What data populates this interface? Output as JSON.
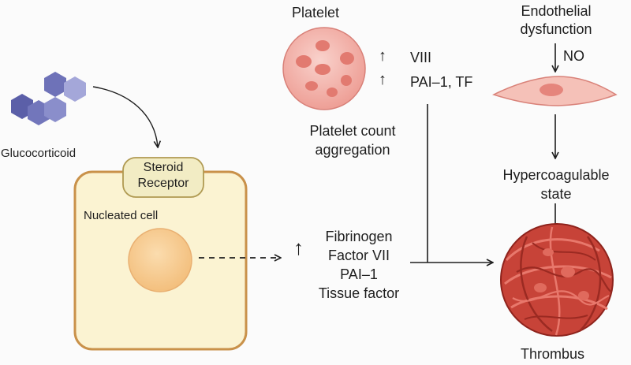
{
  "glucocorticoid": {
    "label": "Glucocorticoid"
  },
  "cell": {
    "receptor_line1": "Steroid",
    "receptor_line2": "Receptor",
    "label": "Nucleated cell"
  },
  "platelet": {
    "title": "Platelet",
    "count_line1": "Platelet count",
    "count_line2": "aggregation"
  },
  "platelet_factors": {
    "arrow": "↑",
    "items": [
      "VIII",
      "PAI–1, TF"
    ]
  },
  "endothelium": {
    "title_line1": "Endothelial",
    "title_line2": "dysfunction",
    "no_label": "NO",
    "state_line1": "Hypercoagulable",
    "state_line2": "state"
  },
  "liver_factors": {
    "arrow": "↑",
    "items": [
      "Fibrinogen",
      "Factor VII",
      "PAI–1",
      "Tissue factor"
    ]
  },
  "thrombus": {
    "label": "Thrombus"
  },
  "colors": {
    "hexagon_dark": "#5b5fa8",
    "hexagon_mid": "#8286c4",
    "hexagon_light": "#a4a7d9",
    "cell_fill": "#fbf3d2",
    "cell_border": "#c9914a",
    "nucleus_fill": "#f8cf95",
    "receptor_fill": "#f2ecc4",
    "receptor_border": "#b09a52",
    "platelet_fill": "#f4b9b2",
    "platelet_granule": "#e27a70",
    "endothelial_fill": "#f5c1b8",
    "endothelial_nucleus": "#e5857c",
    "thrombus_red": "#c74338",
    "thrombus_dark": "#8e231c"
  }
}
